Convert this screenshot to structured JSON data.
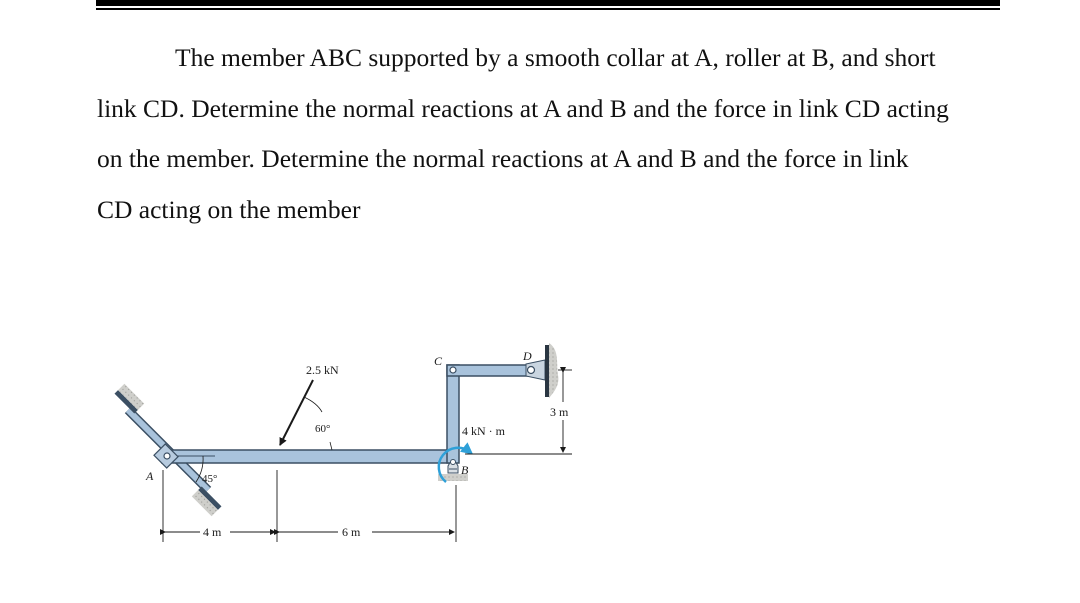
{
  "document": {
    "paragraph_lines": [
      "The member ABC supported by a smooth collar at A, roller at B, and short",
      "link CD. Determine the normal reactions at A and B and the force in link CD acting",
      "on the member. Determine the normal reactions at A and B and the force in link",
      "CD acting on the member"
    ]
  },
  "figure": {
    "labels": {
      "point_a": "A",
      "point_b": "B",
      "point_c": "C",
      "point_d": "D",
      "force": "2.5 kN",
      "force_angle": "60°",
      "collar_angle": "45°",
      "moment": "4 kN · m",
      "dim_4m": "4 m",
      "dim_6m": "6 m",
      "dim_3m": "3 m"
    },
    "colors": {
      "member_fill": "#a9c3dc",
      "member_stroke": "#3b4f63",
      "moment_arrow": "#2ea0d8",
      "ground": "#c8c8c4"
    }
  }
}
